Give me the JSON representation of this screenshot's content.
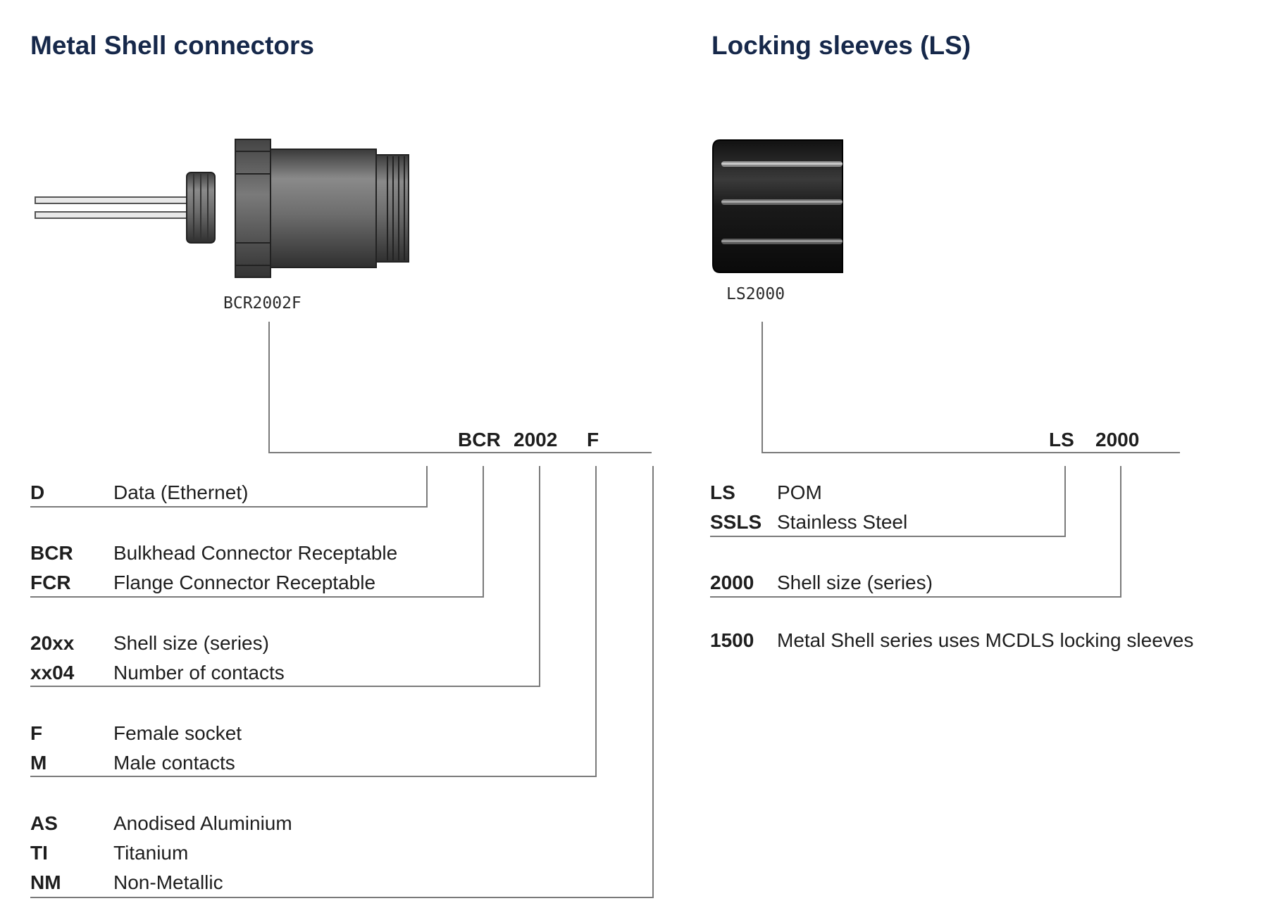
{
  "left": {
    "title": "Metal Shell connectors",
    "image_label": "BCR2002F",
    "part_number": {
      "p1": "BCR",
      "p2": "2002",
      "p3": "F"
    },
    "groups": [
      {
        "rows": [
          {
            "code": "D",
            "desc": "Data (Ethernet)"
          }
        ]
      },
      {
        "rows": [
          {
            "code": "BCR",
            "desc": "Bulkhead Connector Receptable"
          },
          {
            "code": "FCR",
            "desc": "Flange Connector Receptable"
          }
        ]
      },
      {
        "rows": [
          {
            "code": "20xx",
            "desc": "Shell size (series)"
          },
          {
            "code": "xx04",
            "desc": "Number of contacts"
          }
        ]
      },
      {
        "rows": [
          {
            "code": "F",
            "desc": "Female socket"
          },
          {
            "code": "M",
            "desc": "Male contacts"
          }
        ]
      },
      {
        "rows": [
          {
            "code": "AS",
            "desc": "Anodised Aluminium"
          },
          {
            "code": "TI",
            "desc": "Titanium"
          },
          {
            "code": "NM",
            "desc": "Non-Metallic"
          }
        ]
      }
    ]
  },
  "right": {
    "title": "Locking sleeves (LS)",
    "image_label": "LS2000",
    "part_number": {
      "p1": "LS",
      "p2": "2000"
    },
    "groups": [
      {
        "rows": [
          {
            "code": "LS",
            "desc": "POM"
          },
          {
            "code": "SSLS",
            "desc": "Stainless Steel"
          }
        ]
      },
      {
        "rows": [
          {
            "code": "2000",
            "desc": "Shell size (series)"
          }
        ]
      },
      {
        "rows": [
          {
            "code": "1500",
            "desc": "Metal Shell series uses MCDLS locking sleeves"
          }
        ]
      }
    ]
  },
  "colors": {
    "title": "#16284a",
    "text": "#1e1e1e",
    "line": "#7a7a7a"
  }
}
